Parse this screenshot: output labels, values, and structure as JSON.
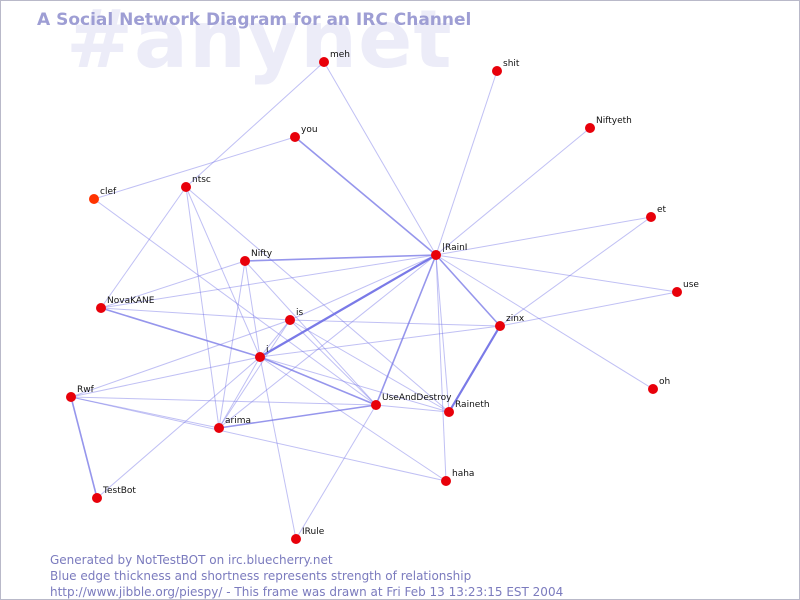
{
  "watermark": "#anynet",
  "title": "A Social Network Diagram for an IRC Channel",
  "footer": {
    "line1": "Generated by NotTestBOT on irc.bluecherry.net",
    "line2": "Blue edge thickness and shortness represents strength of relationship",
    "line3": "http://www.jibble.org/piespy/ - This frame was drawn at Fri Feb 13 13:23:15 EST 2004"
  },
  "colors": {
    "edge": "#7373e6",
    "node": "#e8000a",
    "node_alt": "#ff3300",
    "title": "#9e9ed4",
    "footer": "#7b7bbe",
    "watermark": "#ececf8"
  },
  "nodes": [
    {
      "id": "meh",
      "label": "meh"
    },
    {
      "id": "shit",
      "label": "shit"
    },
    {
      "id": "niftyeth",
      "label": "Niftyeth"
    },
    {
      "id": "you",
      "label": "you"
    },
    {
      "id": "ntsc",
      "label": "ntsc"
    },
    {
      "id": "clef",
      "label": "clef"
    },
    {
      "id": "et",
      "label": "et"
    },
    {
      "id": "rainl",
      "label": "|RainI"
    },
    {
      "id": "nifty",
      "label": "Nifty"
    },
    {
      "id": "use",
      "label": "use"
    },
    {
      "id": "novakane",
      "label": "NovaKANE"
    },
    {
      "id": "is",
      "label": "is"
    },
    {
      "id": "zinx",
      "label": "zinx"
    },
    {
      "id": "i",
      "label": "i"
    },
    {
      "id": "oh",
      "label": "oh"
    },
    {
      "id": "rwf",
      "label": "Rwf"
    },
    {
      "id": "useanddestroy",
      "label": "UseAndDestroy"
    },
    {
      "id": "raineth",
      "label": "Raineth"
    },
    {
      "id": "arima",
      "label": "arima"
    },
    {
      "id": "haha",
      "label": "haha"
    },
    {
      "id": "testbot",
      "label": "TestBot"
    },
    {
      "id": "irule",
      "label": "IRule"
    }
  ],
  "edges": [
    {
      "from": "rainl",
      "to": "meh",
      "strength": 1
    },
    {
      "from": "rainl",
      "to": "shit",
      "strength": 1
    },
    {
      "from": "rainl",
      "to": "niftyeth",
      "strength": 1
    },
    {
      "from": "rainl",
      "to": "you",
      "strength": 2
    },
    {
      "from": "rainl",
      "to": "et",
      "strength": 1
    },
    {
      "from": "rainl",
      "to": "use",
      "strength": 1
    },
    {
      "from": "rainl",
      "to": "oh",
      "strength": 1
    },
    {
      "from": "rainl",
      "to": "nifty",
      "strength": 2
    },
    {
      "from": "rainl",
      "to": "i",
      "strength": 3
    },
    {
      "from": "rainl",
      "to": "is",
      "strength": 1
    },
    {
      "from": "rainl",
      "to": "zinx",
      "strength": 2
    },
    {
      "from": "rainl",
      "to": "useanddestroy",
      "strength": 2
    },
    {
      "from": "rainl",
      "to": "raineth",
      "strength": 1
    },
    {
      "from": "rainl",
      "to": "haha",
      "strength": 1
    },
    {
      "from": "rainl",
      "to": "arima",
      "strength": 1
    },
    {
      "from": "rainl",
      "to": "novakane",
      "strength": 1
    },
    {
      "from": "zinx",
      "to": "raineth",
      "strength": 3
    },
    {
      "from": "zinx",
      "to": "use",
      "strength": 1
    },
    {
      "from": "zinx",
      "to": "et",
      "strength": 1
    },
    {
      "from": "zinx",
      "to": "i",
      "strength": 1
    },
    {
      "from": "zinx",
      "to": "is",
      "strength": 1
    },
    {
      "from": "meh",
      "to": "ntsc",
      "strength": 1
    },
    {
      "from": "you",
      "to": "clef",
      "strength": 1
    },
    {
      "from": "clef",
      "to": "useanddestroy",
      "strength": 1
    },
    {
      "from": "ntsc",
      "to": "novakane",
      "strength": 1
    },
    {
      "from": "ntsc",
      "to": "arima",
      "strength": 1
    },
    {
      "from": "ntsc",
      "to": "raineth",
      "strength": 1
    },
    {
      "from": "ntsc",
      "to": "i",
      "strength": 1
    },
    {
      "from": "nifty",
      "to": "i",
      "strength": 1
    },
    {
      "from": "nifty",
      "to": "arima",
      "strength": 1
    },
    {
      "from": "nifty",
      "to": "novakane",
      "strength": 1
    },
    {
      "from": "nifty",
      "to": "useanddestroy",
      "strength": 1
    },
    {
      "from": "is",
      "to": "i",
      "strength": 1
    },
    {
      "from": "is",
      "to": "arima",
      "strength": 1
    },
    {
      "from": "is",
      "to": "useanddestroy",
      "strength": 1
    },
    {
      "from": "is",
      "to": "raineth",
      "strength": 1
    },
    {
      "from": "is",
      "to": "rwf",
      "strength": 1
    },
    {
      "from": "is",
      "to": "novakane",
      "strength": 1
    },
    {
      "from": "i",
      "to": "novakane",
      "strength": 2
    },
    {
      "from": "i",
      "to": "rwf",
      "strength": 1
    },
    {
      "from": "i",
      "to": "arima",
      "strength": 1
    },
    {
      "from": "i",
      "to": "useanddestroy",
      "strength": 2
    },
    {
      "from": "i",
      "to": "testbot",
      "strength": 1
    },
    {
      "from": "i",
      "to": "irule",
      "strength": 1
    },
    {
      "from": "i",
      "to": "raineth",
      "strength": 1
    },
    {
      "from": "i",
      "to": "haha",
      "strength": 1
    },
    {
      "from": "rwf",
      "to": "testbot",
      "strength": 2
    },
    {
      "from": "rwf",
      "to": "arima",
      "strength": 1
    },
    {
      "from": "rwf",
      "to": "useanddestroy",
      "strength": 1
    },
    {
      "from": "rwf",
      "to": "haha",
      "strength": 1
    },
    {
      "from": "arima",
      "to": "useanddestroy",
      "strength": 2
    },
    {
      "from": "useanddestroy",
      "to": "irule",
      "strength": 1
    },
    {
      "from": "useanddestroy",
      "to": "raineth",
      "strength": 1
    }
  ]
}
